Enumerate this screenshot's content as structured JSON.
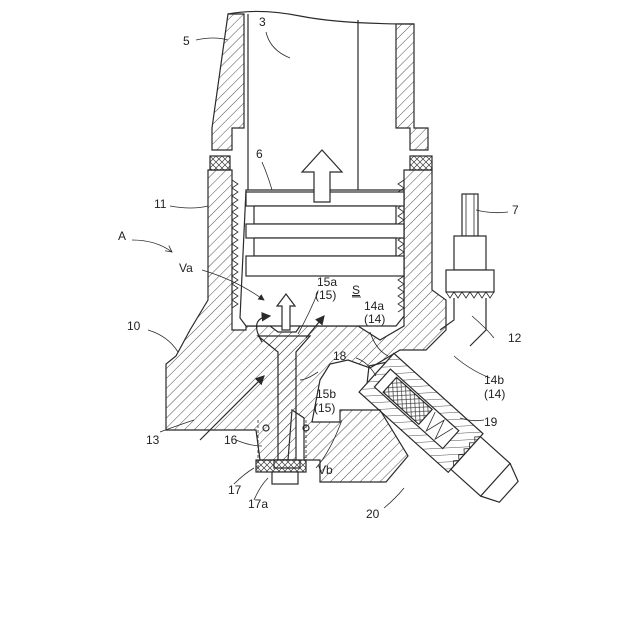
{
  "labels": {
    "l3": "3",
    "l5": "5",
    "l6": "6",
    "l7": "7",
    "l10": "10",
    "l11": "11",
    "l12": "12",
    "l13": "13",
    "l14a": "14a",
    "l14a_p": "(14)",
    "l14b": "14b",
    "l14b_p": "(14)",
    "l15a": "15a",
    "l15a_p": "(15)",
    "l15b": "15b",
    "l15b_p": "(15)",
    "l16": "16",
    "l17": "17",
    "l17a": "17a",
    "l18": "18",
    "l19": "19",
    "l20": "20",
    "lA": "A",
    "lVa": "Va",
    "lVb": "Vb",
    "lS": "S"
  },
  "colors": {
    "line": "#2a2a2a",
    "hatch": "#3a3a3a",
    "background": "#ffffff"
  }
}
